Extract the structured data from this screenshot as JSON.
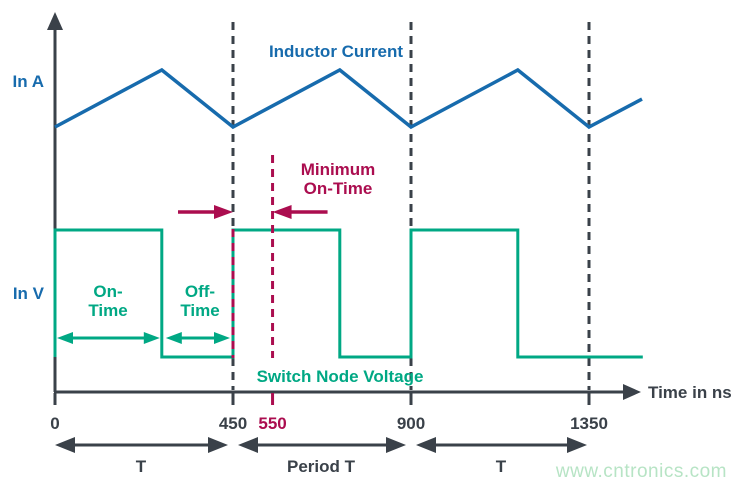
{
  "page": {
    "watermark": "www.cntronics.com"
  },
  "colors": {
    "axis": "#3a4149",
    "current": "#176bad",
    "voltage": "#00a884",
    "highlight": "#ab0d4f",
    "watermark": "#b7e4c5",
    "background": "#ffffff"
  },
  "chart_data": {
    "type": "line",
    "title": "",
    "xlabel": "Time in ns",
    "x_unit": "ns",
    "x_range": [
      0,
      1486
    ],
    "grid": false,
    "legend": "inline-labels",
    "x_ticks": [
      {
        "label": "0",
        "t": 0,
        "highlight": false
      },
      {
        "label": "450",
        "t": 450,
        "highlight": false
      },
      {
        "label": "550",
        "t": 550,
        "highlight": true
      },
      {
        "label": "900",
        "t": 900,
        "highlight": false
      },
      {
        "label": "1350",
        "t": 1350,
        "highlight": false
      }
    ],
    "dashed_guides_t": [
      450,
      900,
      1350
    ],
    "series": [
      {
        "name": "Inductor Current",
        "axis_label": "In A",
        "color_key": "current",
        "shape": "triangle-wave",
        "points_t": [
          0,
          270,
          450,
          720,
          900,
          1170,
          1350,
          1484
        ],
        "points_level": [
          0,
          1,
          0,
          1,
          0,
          1,
          0,
          0.49
        ]
      },
      {
        "name": "Switch Node Voltage",
        "axis_label": "In V",
        "color_key": "voltage",
        "shape": "square-wave",
        "points_t": [
          0,
          0,
          270,
          270,
          450,
          450,
          720,
          720,
          900,
          900,
          1170,
          1170,
          1486
        ],
        "points_level": [
          0,
          1,
          1,
          0,
          0,
          1,
          1,
          0,
          0,
          1,
          1,
          0,
          0
        ]
      }
    ],
    "annotations": {
      "minimum_on_time": {
        "label_line1": "Minimum",
        "label_line2": "On-Time",
        "from_t": 450,
        "to_t": 550
      },
      "on_time": {
        "label_line1": "On-",
        "label_line2": "Time",
        "from_t": 0,
        "to_t": 270
      },
      "off_time": {
        "label_line1": "Off-",
        "label_line2": "Time",
        "from_t": 270,
        "to_t": 450
      },
      "periods": [
        {
          "label": "T",
          "from_t": 0,
          "to_t": 450
        },
        {
          "label": "Period T",
          "from_t": 450,
          "to_t": 900
        },
        {
          "label": "T",
          "from_t": 900,
          "to_t": 1350
        }
      ]
    }
  }
}
